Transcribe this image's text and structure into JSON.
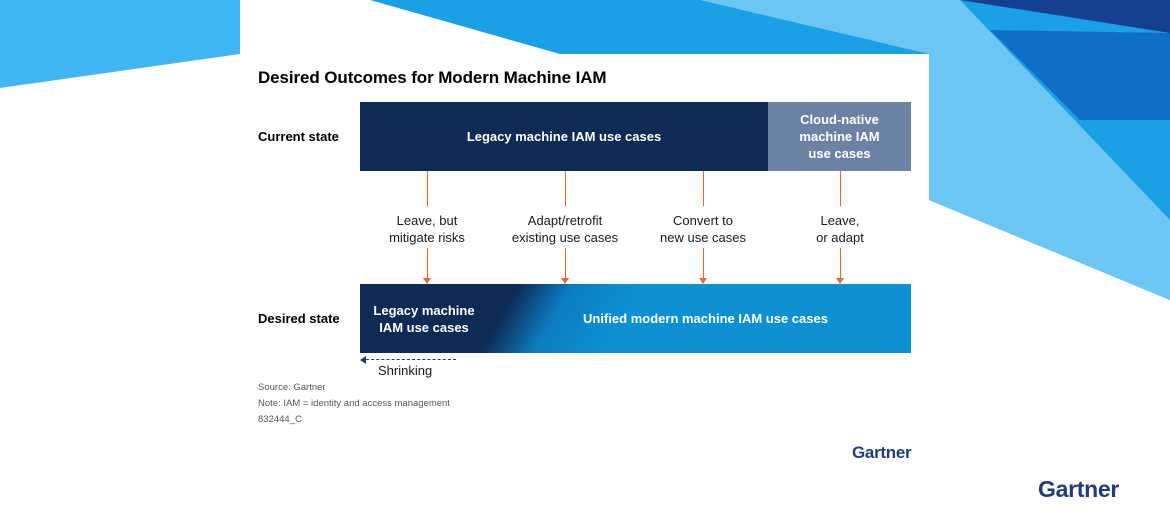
{
  "title": "Desired Outcomes for Modern Machine IAM",
  "rows": {
    "current_label": "Current state",
    "desired_label": "Desired state"
  },
  "current": {
    "legacy": "Legacy machine IAM use cases",
    "cloud_native": "Cloud-native machine IAM use cases"
  },
  "actions": [
    {
      "line1": "Leave, but",
      "line2": "mitigate risks"
    },
    {
      "line1": "Adapt/retrofit",
      "line2": "existing use cases"
    },
    {
      "line1": "Convert to",
      "line2": "new use cases"
    },
    {
      "line1": "Leave,",
      "line2": "or adapt"
    }
  ],
  "desired": {
    "legacy": "Legacy machine IAM use cases",
    "unified": "Unified modern machine IAM use cases"
  },
  "shrinking": "Shrinking",
  "notes": {
    "source": "Source: Gartner",
    "note": "Note: IAM = identity and access management",
    "code": "832444_C"
  },
  "brand": {
    "logo": "Gartner",
    "colors": {
      "navy": "#0d2b55",
      "slate": "#6b82a4",
      "blue": "#0c90d3",
      "arrow": "#e8692e"
    }
  }
}
